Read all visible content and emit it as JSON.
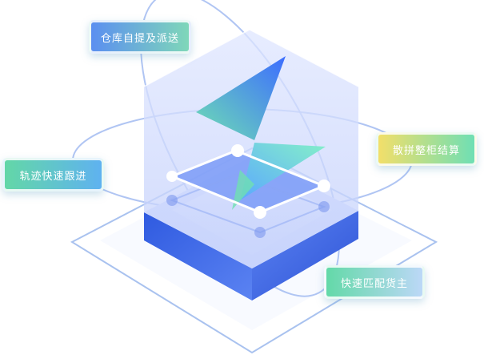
{
  "feature_tags": {
    "warehouse_pick_dispatch": "仓库自提及派送",
    "tracking_follow_up": "轨迹快速跟进",
    "consolidation_settlement": "散拼整柜结算",
    "cargo_owner_matching": "快速匹配货主"
  },
  "colors": {
    "cube_top": "#c9d6ff",
    "cube_side": "#3f6fe0",
    "accent_blue": "#4d7bff",
    "accent_green": "#58e0a6"
  }
}
